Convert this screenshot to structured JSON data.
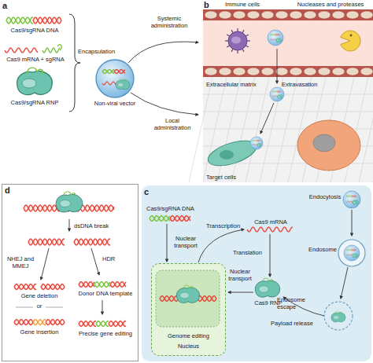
{
  "diagram": {
    "nodes": [
      {
        "text": [
          "Genome editing",
          "Nucleus"
        ]
      }
    ],
    "labels": [
      "a",
      "Cas9/sgRNA DNA",
      "Cas9 mRNA + sgRNA",
      "Cas9/sgRNA RNP",
      "Encapsulation",
      "Non-viral vector",
      "Systemic administration",
      "Local administration",
      "b",
      "Immune cells",
      "Nucleases and proteases",
      "Extravasation",
      "Extracellular matrix",
      "Target cells",
      "d",
      "dsDNA break",
      "NHEJ and MMEJ",
      "HDR",
      "Donor DNA template",
      "Gene deletion",
      "or",
      "Gene insertion",
      "Precise gene editing",
      "c",
      "Endocytosis",
      "Endosome",
      "Endosome escape",
      "Payload release",
      "Cas9 RNP",
      "Translation",
      "Cas9 mRNA",
      "Transcription",
      "Nuclear transport",
      "Nuclear transport",
      "Cas9/sgRNA DNA"
    ]
  }
}
